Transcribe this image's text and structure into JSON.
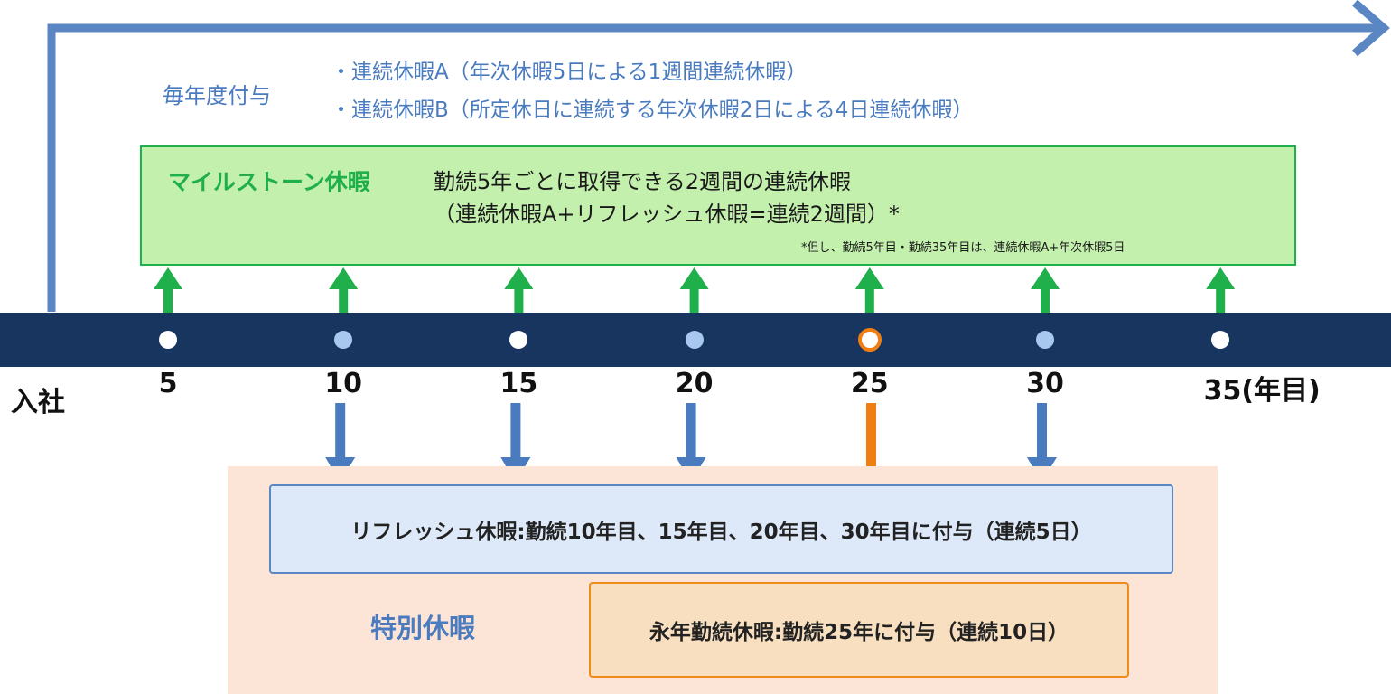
{
  "annual": {
    "label": "毎年度付与",
    "items": [
      "・連続休暇A（年次休暇5日による1週間連続休暇）",
      "・連続休暇B（所定休日に連続する年次休暇2日による4日連続休暇）"
    ]
  },
  "milestone": {
    "title": "マイルストーン休暇",
    "desc_lines": [
      "勤続5年ごとに取得できる2週間の連続休暇",
      "（連続休暇A+リフレッシュ休暇=連続2週間）*"
    ],
    "note": "*但し、勤続5年目・勤続35年目は、連続休暇A+年次休暇5日"
  },
  "timeline": {
    "start_label": "入社",
    "ticks": [
      {
        "label": "5",
        "year": 5,
        "dot": "white"
      },
      {
        "label": "10",
        "year": 10,
        "dot": "blue"
      },
      {
        "label": "15",
        "year": 15,
        "dot": "white"
      },
      {
        "label": "20",
        "year": 20,
        "dot": "blue"
      },
      {
        "label": "25",
        "year": 25,
        "dot": "orange"
      },
      {
        "label": "30",
        "year": 30,
        "dot": "blue"
      },
      {
        "label": "35(年目)",
        "year": 35,
        "dot": "white"
      }
    ]
  },
  "special": {
    "label": "特別休暇",
    "refresh": "リフレッシュ休暇:勤続10年目、15年目、20年目、30年目に付与（連続5日）",
    "longservice": "永年勤続休暇:勤続25年に付与（連続10日）"
  },
  "colors": {
    "navy": "#17355e",
    "green": "#1faf4b",
    "blue": "#4a7bbf",
    "orange": "#f07f13",
    "light_blue_dot": "#a8c8ef"
  }
}
